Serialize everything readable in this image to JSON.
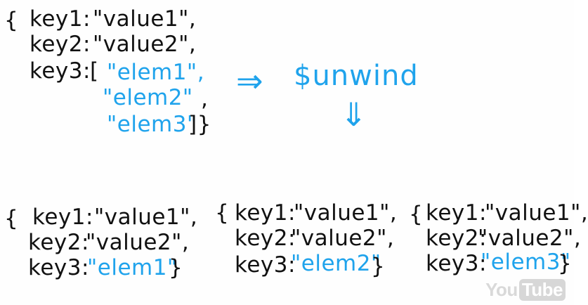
{
  "input_doc": {
    "open_brace": "{",
    "line1_key": "key1:",
    "line1_value": "\"value1\",",
    "line2_key": "key2:",
    "line2_value": "\"value2\",",
    "line3_key": "key3:",
    "line3_open": "[",
    "elem1": "\"elem1\",",
    "elem2": "\"elem2\"",
    "elem2_comma": ",",
    "elem3": "\"elem3\"",
    "close": "]}"
  },
  "operation": {
    "arrow": "⇒",
    "label": "$unwind",
    "down_arrow": "⇓"
  },
  "output_docs": [
    {
      "open_brace": "{",
      "line1_key": "key1:",
      "line1_value": "\"value1\",",
      "line2_key": "key2:",
      "line2_value": "\"value2\",",
      "line3_key": "key3:",
      "line3_value": "\"elem1\"",
      "close": "}"
    },
    {
      "open_brace": "{",
      "line1_key": "key1:",
      "line1_value": "\"value1\",",
      "line2_key": "key2:",
      "line2_value": "\"value2\",",
      "line3_key": "key3:",
      "line3_value": "\"elem2\"",
      "close": "}"
    },
    {
      "open_brace": "{",
      "line1_key": "key1:",
      "line1_value": "\"value1\",",
      "line2_key": "key2:",
      "line2_value": "\"value2\",",
      "line3_key": "key3:",
      "line3_value": "\"elem3\"",
      "close": "}"
    }
  ],
  "watermark": {
    "you": "You",
    "tube": "Tube"
  },
  "colors": {
    "ink": "#111111",
    "accent_blue": "#1fa3ec",
    "background": "#fefefe"
  }
}
